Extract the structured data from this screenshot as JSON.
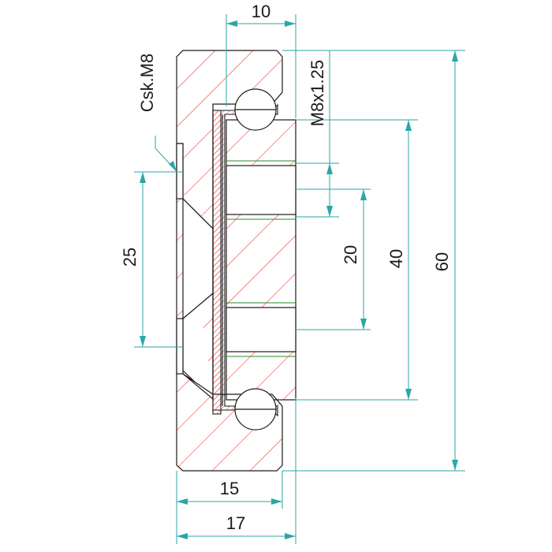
{
  "drawing": {
    "labels": {
      "thread": "M8x1.25",
      "countersink": "Csk.M8"
    },
    "dimensions": {
      "top_width": "10",
      "bolt_spacing": "25",
      "inner_spacing": "20",
      "inner_height": "40",
      "overall_height": "60",
      "inner_width": "15",
      "overall_width": "17"
    },
    "colors": {
      "outline": "#1a1a1a",
      "hatch": "#e8322e",
      "dimension": "#2ba6a6"
    }
  }
}
